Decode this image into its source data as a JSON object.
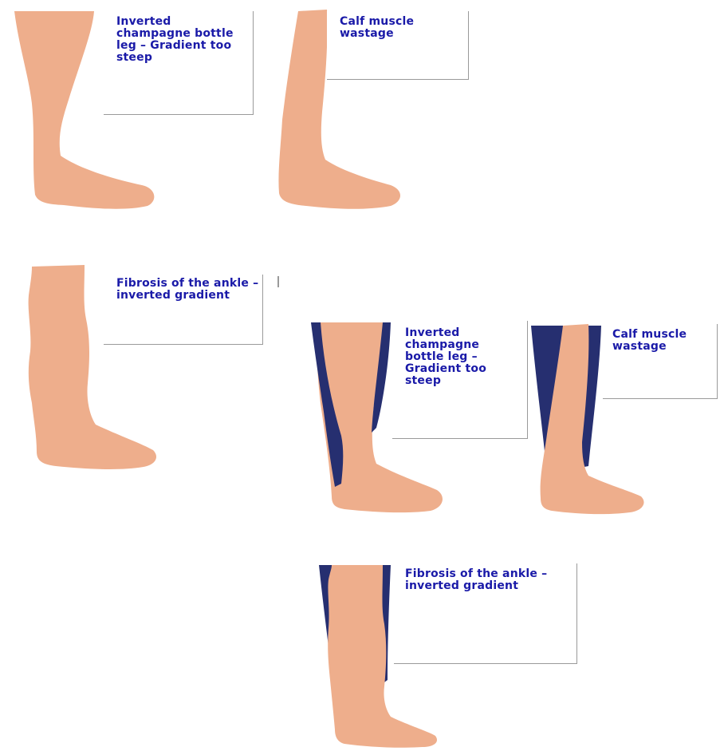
{
  "colors": {
    "skin": "#eeae8c",
    "bandage": "#262f70",
    "label_text": "#1a1aa8",
    "box_border": "#9a9a9a"
  },
  "panels": [
    {
      "id": "champagne-bare",
      "label": "Inverted champagne bottle leg – Gradient too steep",
      "bandaged": false
    },
    {
      "id": "calf-bare",
      "label": "Calf muscle wastage",
      "bandaged": false
    },
    {
      "id": "fibrosis-bare",
      "label": "Fibrosis of the ankle – inverted gradient",
      "bandaged": false
    },
    {
      "id": "champagne-bandaged",
      "label": "Inverted champagne bottle leg – Gradient too steep",
      "bandaged": true
    },
    {
      "id": "calf-bandaged",
      "label": "Calf muscle wastage",
      "bandaged": true
    },
    {
      "id": "fibrosis-bandaged",
      "label": "Fibrosis of the ankle – inverted gradient",
      "bandaged": true
    }
  ]
}
